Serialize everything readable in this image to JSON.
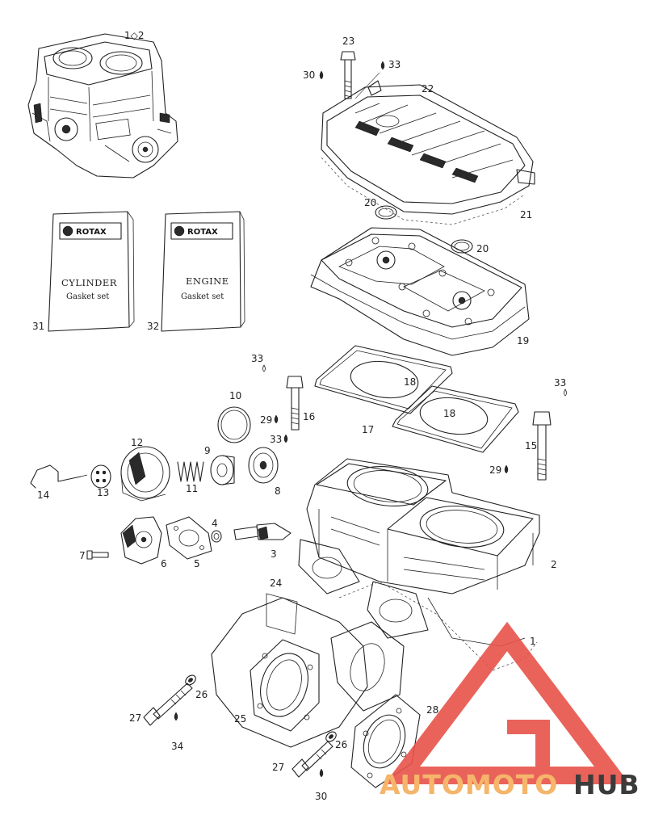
{
  "callouts": {
    "c1and2": "1◇2",
    "c1": "1",
    "c2": "2",
    "c3": "3",
    "c4": "4",
    "c5": "5",
    "c6": "6",
    "c7": "7",
    "c8": "8",
    "c9": "9",
    "c10": "10",
    "c11": "11",
    "c12": "12",
    "c13": "13",
    "c14": "14",
    "c15": "15",
    "c16": "16",
    "c17": "17",
    "c18a": "18",
    "c18b": "18",
    "c19": "19",
    "c20a": "20",
    "c20b": "20",
    "c21": "21",
    "c22": "22",
    "c23": "23",
    "c24": "24",
    "c25": "25",
    "c26a": "26",
    "c26b": "26",
    "c27a": "27",
    "c27b": "27",
    "c28": "28",
    "c29a": "29",
    "c29b": "29",
    "c30a": "30",
    "c30b": "30",
    "c31": "31",
    "c32": "32",
    "c33a": "33",
    "c33b": "33",
    "c33c": "33",
    "c33d": "33",
    "c34": "34"
  },
  "books": {
    "cylinder": {
      "brand": "ROTAX",
      "title": "CYLINDER",
      "subtitle": "Gasket set"
    },
    "engine": {
      "brand": "ROTAX",
      "title": "ENGINE",
      "subtitle": "Gasket set"
    }
  },
  "watermark": {
    "part1": "AUTOMOTO",
    "part2": "HUB",
    "color": "#e8534a",
    "accent": "#f5b56b"
  },
  "icons": [
    "oil-drop-icon",
    "grease-drop-icon",
    "watermark-triangle-logo"
  ]
}
